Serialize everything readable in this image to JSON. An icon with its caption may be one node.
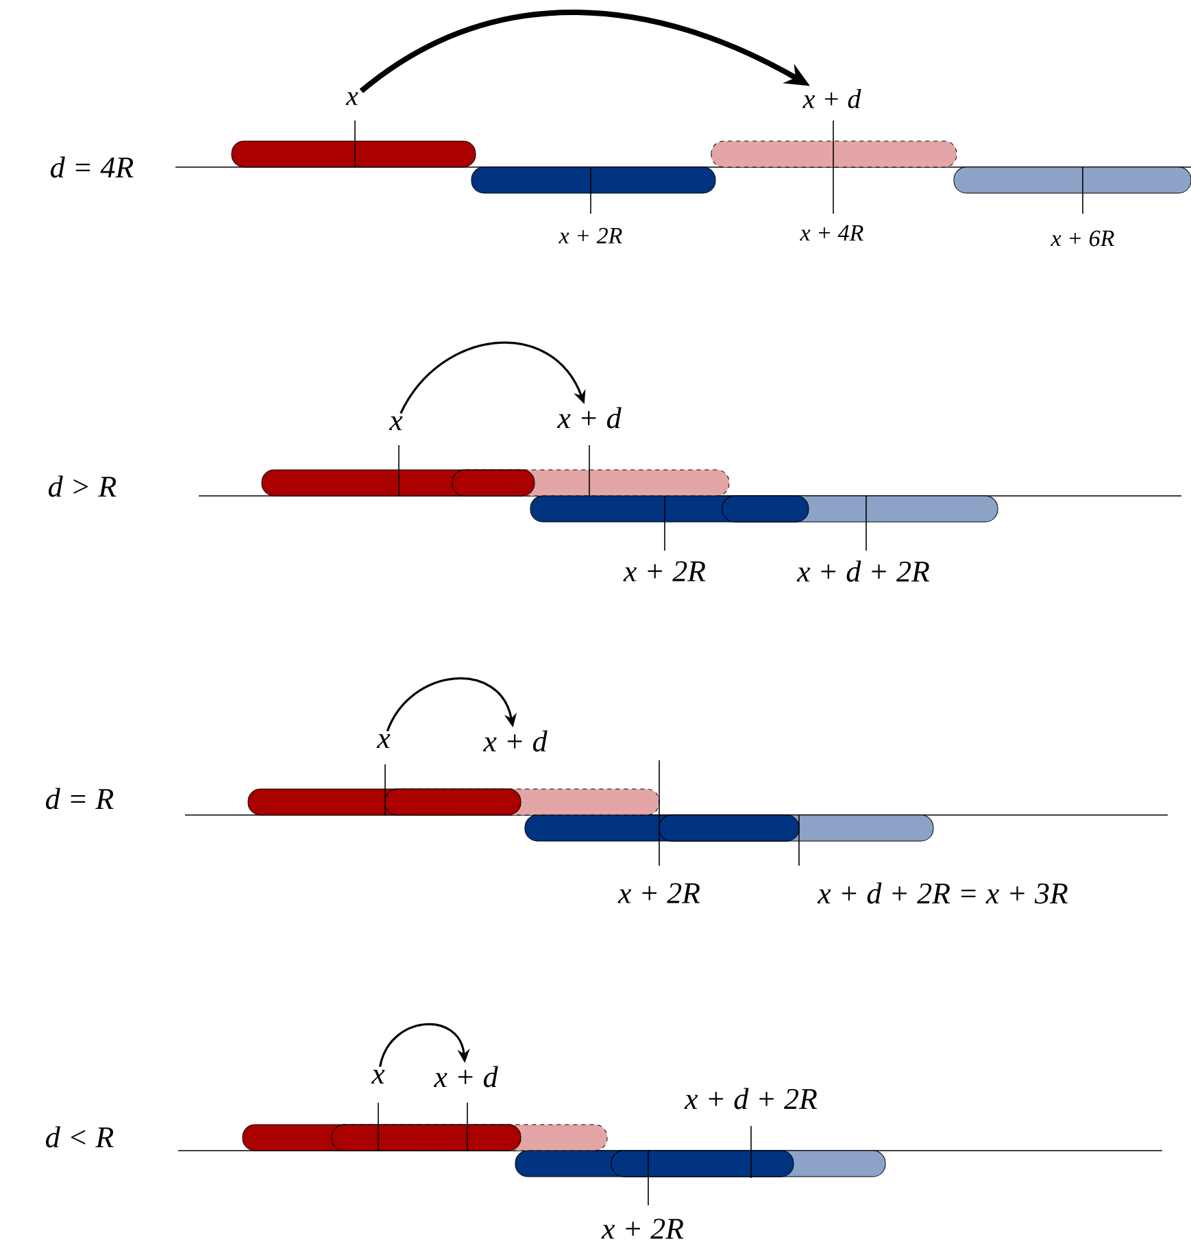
{
  "diagram": {
    "nodes": [
      {
        "text": [
          "x"
        ]
      },
      {
        "text": [
          "x + d"
        ]
      },
      {
        "text": [
          "x"
        ]
      },
      {
        "text": [
          "x + d"
        ]
      },
      {
        "text": [
          "x"
        ]
      },
      {
        "text": [
          "x + d"
        ]
      },
      {
        "text": [
          "x"
        ]
      },
      {
        "text": [
          "x + d"
        ]
      }
    ],
    "edges": [
      {
        "from": 0,
        "to": 1,
        "arrow": "to",
        "style": "thick"
      },
      {
        "from": 2,
        "to": 3,
        "arrow": "to"
      },
      {
        "from": 4,
        "to": 5,
        "arrow": "to"
      },
      {
        "from": 6,
        "to": 7,
        "arrow": "to"
      }
    ],
    "labels": [
      "d = 4R",
      "x + 2R",
      "x + 4R",
      "x + 6R",
      "d > R",
      "x + 2R",
      "x + d + 2R",
      "d = R",
      "x + 2R",
      "x + d + 2R = x + 3R",
      "x + d + 2R",
      "d < R",
      "x + 2R"
    ]
  }
}
